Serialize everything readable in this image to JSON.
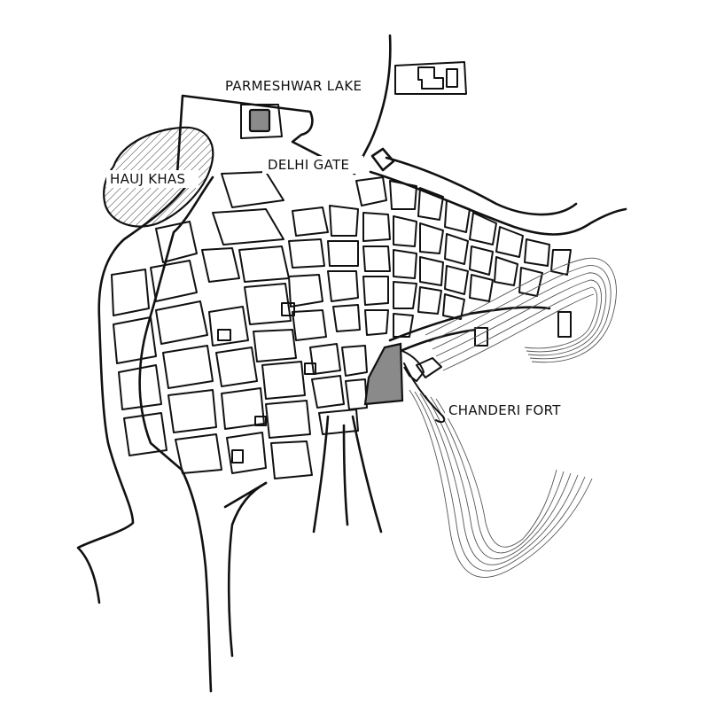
{
  "map": {
    "labels": {
      "parmeshwar_lake": "PARMESHWAR LAKE",
      "hauj_khas": "HAUJ KHAS",
      "delhi_gate": "DELHI GATE",
      "chanderi_fort": "CHANDERI FORT"
    },
    "colors": {
      "ink": "#111111",
      "fill_gray": "#8a8a8a",
      "contour": "#555555",
      "background": "#ffffff"
    }
  }
}
